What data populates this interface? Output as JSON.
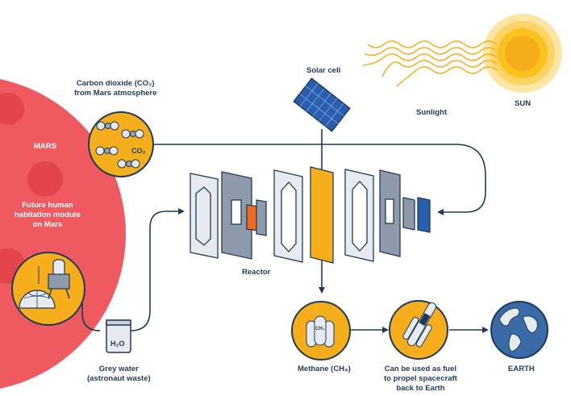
{
  "labels": {
    "mars": "MARS",
    "co2_source_line1": "Carbon dioxide (CO₂)",
    "co2_source_line2": "from Mars atmosphere",
    "co2_tag": "CO₂",
    "habitat_line1": "Future human",
    "habitat_line2": "habitation module",
    "habitat_line3": "on Mars",
    "water_can": "H₂O",
    "grey_water_line1": "Grey water",
    "grey_water_line2": "(astronaut waste)",
    "solar_cell": "Solar cell",
    "sunlight": "Sunlight",
    "sun": "SUN",
    "reactor": "Reactor",
    "methane": "Methane (CH₄)",
    "methane_tank": "CH₄",
    "fuel_line1": "Can be used as fuel",
    "fuel_line2": "to propel spacecraft",
    "fuel_line3": "back to Earth",
    "earth": "EARTH"
  },
  "colors": {
    "navy": "#1f3a58",
    "mars_red": "#ef5a60",
    "mars_dark": "#e2454b",
    "amber": "#f6ae1c",
    "sun_yellow": "#f9c21d",
    "sun_halo": "#fde6a3",
    "panel_grey": "#8f9bab",
    "panel_light": "#e7ebef",
    "orange": "#f26a21",
    "solar_blue": "#2a5fb0",
    "earth_blue": "#3a6aa8",
    "tank_grey": "#d9dde2"
  },
  "icons": {
    "sun": "sun-icon",
    "solar_cell": "solar-panel-icon",
    "co2_molecules": "co2-molecules-icon",
    "habitat": "habitat-dome-icon",
    "water_can": "water-can-icon",
    "methane_tanks": "gas-tanks-icon",
    "rocket": "rocket-icon",
    "earth": "globe-icon"
  }
}
